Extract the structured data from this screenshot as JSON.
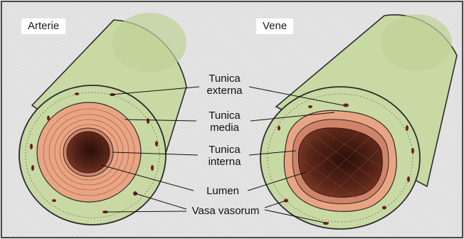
{
  "titles": {
    "artery": "Arterie",
    "vein": "Vene"
  },
  "labels": {
    "tunica_externa": [
      "Tunica",
      "externa"
    ],
    "tunica_media": [
      "Tunica",
      "media"
    ],
    "tunica_interna": [
      "Tunica",
      "interna"
    ],
    "lumen": "Lumen",
    "vasa_vasorum": "Vasa vasorum"
  },
  "colors": {
    "background": "#e6e6e6",
    "tunica_externa": "#c9d9a4",
    "tunica_media": "#e9a583",
    "tunica_interna": "#cf8469",
    "lumen": "#4a1e16",
    "vasa_vasorum": "#6b1f1a",
    "outline": "#2c2c2c"
  }
}
